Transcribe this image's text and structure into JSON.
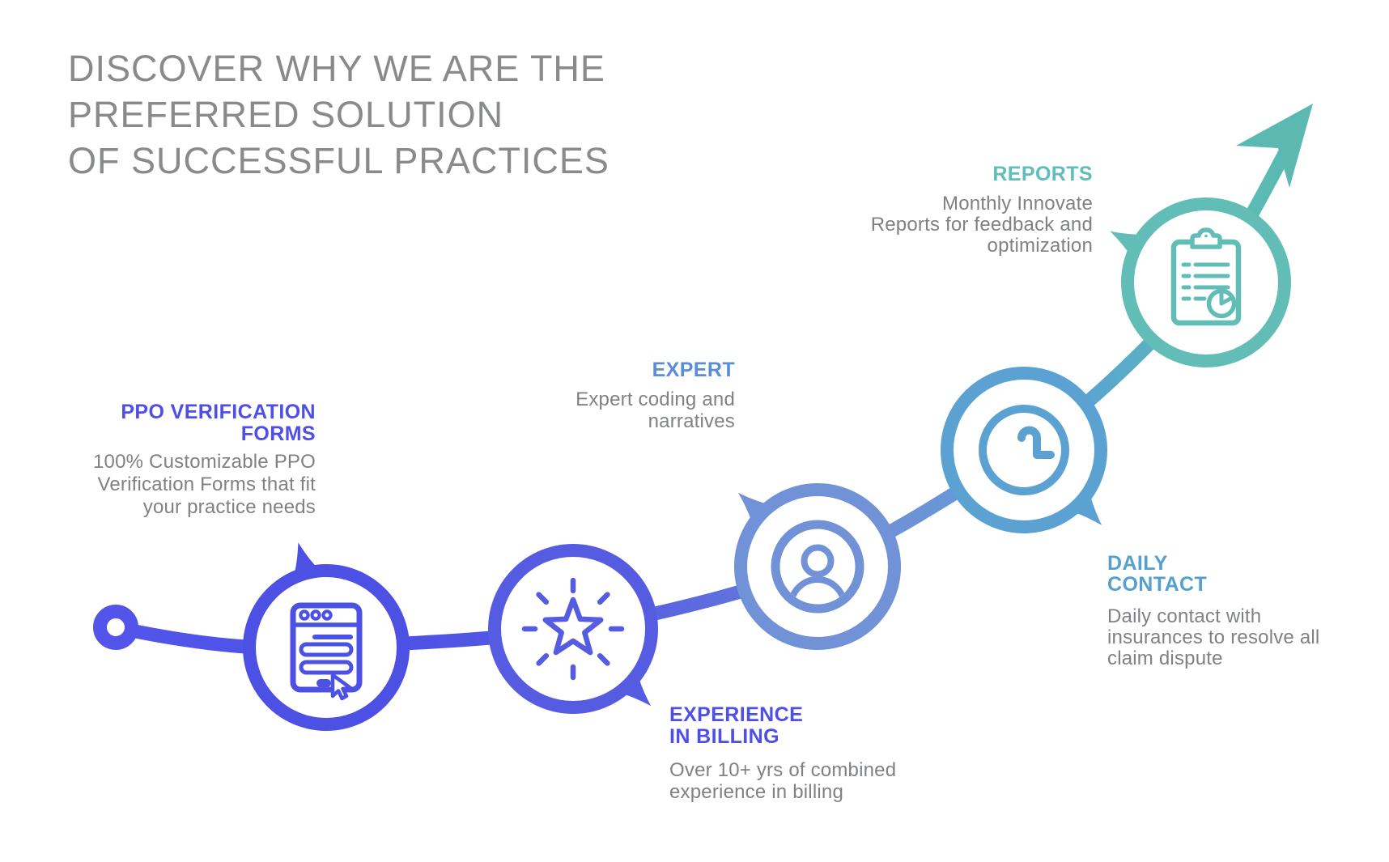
{
  "title": {
    "lines": [
      "DISCOVER WHY WE ARE THE",
      "PREFERRED SOLUTION",
      "OF SUCCESSFUL PRACTICES"
    ],
    "color": "#898a8c"
  },
  "text": {
    "body_color": "#7f8184"
  },
  "trend_line": {
    "start_color": "#5254ea",
    "end_color": "#59bab2",
    "arrow_color": "#5cb9b2"
  },
  "milestones": [
    {
      "name": "ppo-verification-forms",
      "icon": "form-window-icon",
      "heading_color": "#4e4ee9",
      "circle_color": "#4c50e3",
      "heading_lines": [
        "PPO VERIFICATION",
        "FORMS"
      ],
      "body_lines": [
        "100% Customizable PPO",
        "Verification Forms that fit",
        "your practice needs"
      ]
    },
    {
      "name": "experience-in-billing",
      "icon": "star-icon",
      "heading_color": "#4e4ee9",
      "circle_color": "#565ce1",
      "heading_lines": [
        "EXPERIENCE",
        "IN BILLING"
      ],
      "body_lines": [
        "Over 10+ yrs of combined",
        "experience in billing"
      ]
    },
    {
      "name": "expert",
      "icon": "person-icon",
      "heading_color": "#5a8cd8",
      "circle_color": "#7292d7",
      "heading_lines": [
        "EXPERT"
      ],
      "body_lines": [
        "Expert coding and",
        "narratives"
      ]
    },
    {
      "name": "daily-contact",
      "icon": "clock-icon",
      "heading_color": "#54a0cf",
      "circle_color": "#5ba2d2",
      "heading_lines": [
        "DAILY",
        "CONTACT"
      ],
      "body_lines": [
        "Daily contact with",
        "insurances to resolve all",
        "claim dispute"
      ]
    },
    {
      "name": "reports",
      "icon": "clipboard-icon",
      "heading_color": "#5fbeba",
      "circle_color": "#62bdb7",
      "heading_lines": [
        "REPORTS"
      ],
      "body_lines": [
        "Monthly Innovate",
        "Reports for feedback and",
        "optimization"
      ]
    }
  ]
}
